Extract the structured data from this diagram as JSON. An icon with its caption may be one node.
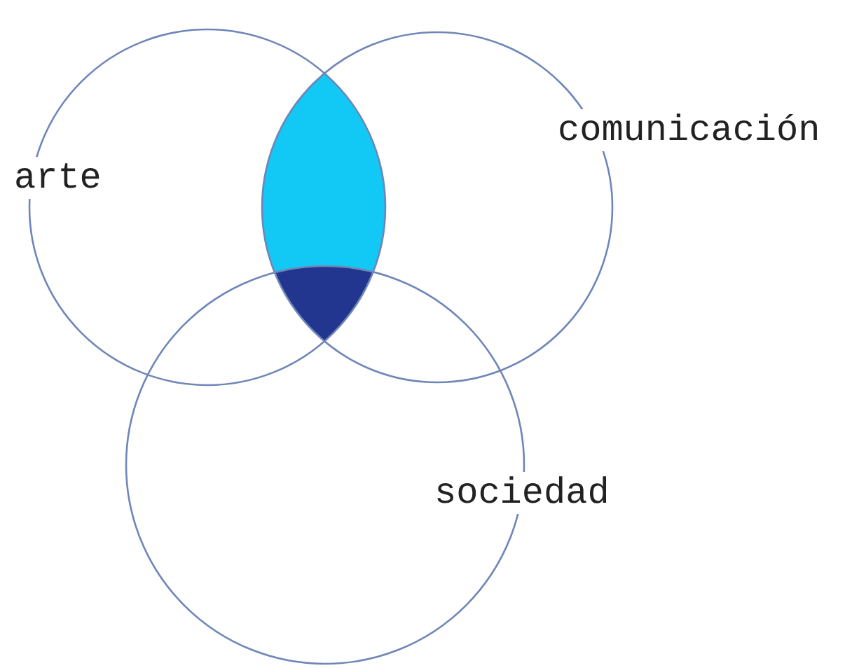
{
  "diagram": {
    "nodes": [
      {
        "text": [
          "arte"
        ]
      },
      {
        "text": [
          "comunicación"
        ]
      },
      {
        "text": [
          "sociedad"
        ]
      },
      {
        "text": [],
        "shape": "lens"
      },
      {
        "text": [],
        "shape": "triangle"
      }
    ]
  }
}
